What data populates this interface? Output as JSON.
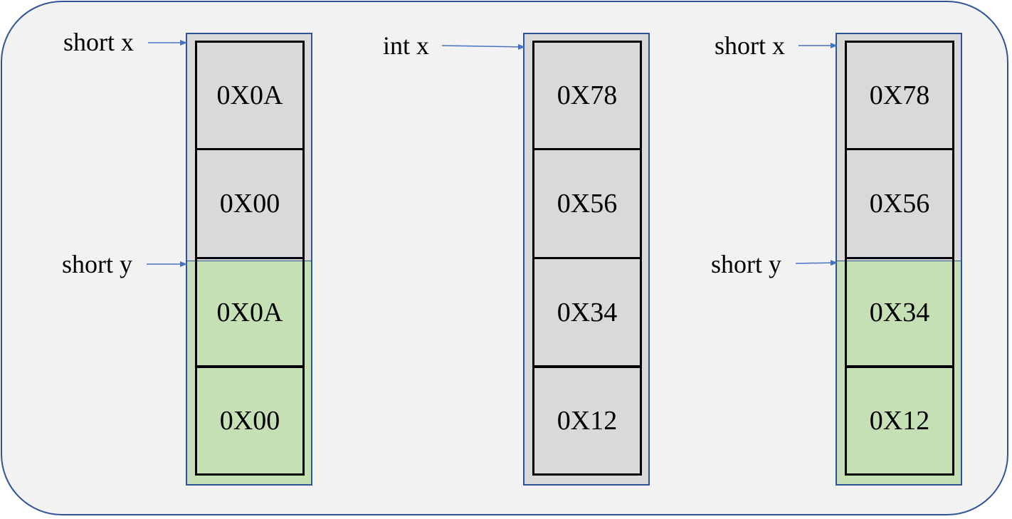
{
  "colors": {
    "frame_border": "#2f5597",
    "frame_fill": "#f2f2f2",
    "gray_block": "#d9d9d9",
    "green_block": "#c5e0b4",
    "cell_border": "#000000",
    "arrow": "#4472c4"
  },
  "diagram": {
    "columns": [
      {
        "labels": {
          "top": "short x",
          "bottom": "short y"
        },
        "cells": [
          "0X0A",
          "0X00",
          "0X0A",
          "0X00"
        ]
      },
      {
        "labels": {
          "top": "int x"
        },
        "cells": [
          "0X78",
          "0X56",
          "0X34",
          "0X12"
        ]
      },
      {
        "labels": {
          "top": "short x",
          "bottom": "short y"
        },
        "cells": [
          "0X78",
          "0X56",
          "0X34",
          "0X12"
        ]
      }
    ]
  }
}
